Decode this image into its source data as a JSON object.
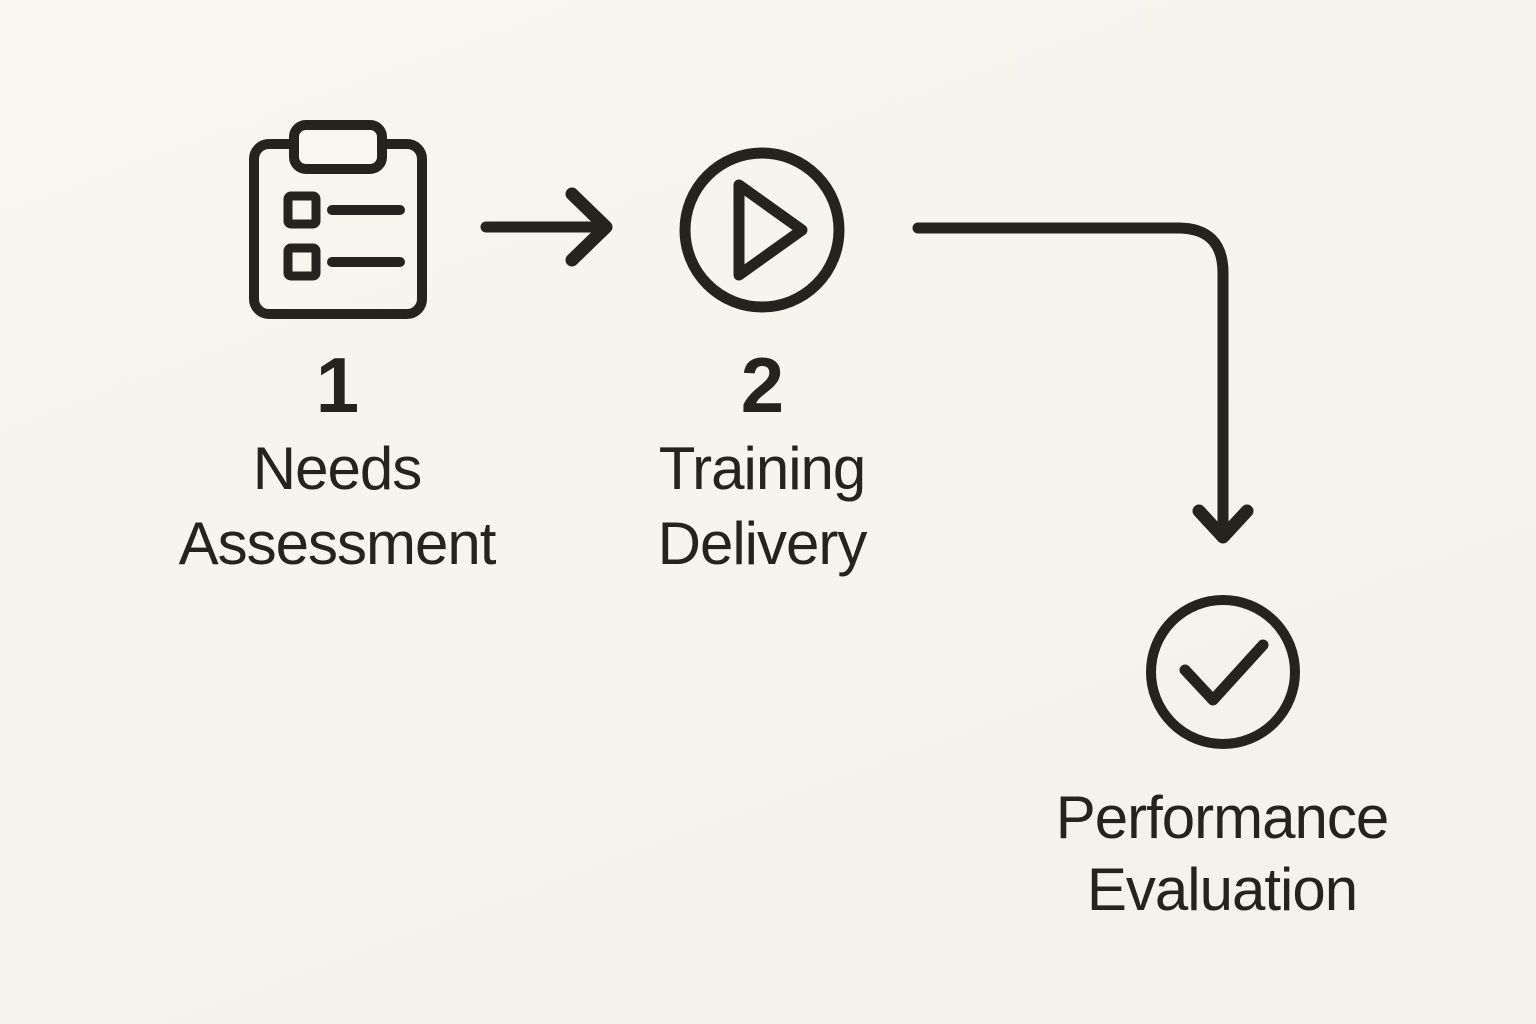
{
  "colors": {
    "background": "#f8f6f0",
    "background_alt": "#f3f1e9",
    "ink": "#26231f"
  },
  "diagram": {
    "steps": [
      {
        "number": "1",
        "icon": "checklist-clipboard-icon",
        "label_lines": [
          "Needs",
          "Assessment"
        ]
      },
      {
        "number": "2",
        "icon": "play-icon",
        "label_lines": [
          "Training",
          "Delivery"
        ]
      },
      {
        "icon": "check-circle-icon",
        "label_lines": [
          "Performance",
          "Evaluation"
        ]
      }
    ],
    "connectors": [
      {
        "name": "arrow-right",
        "from": "Needs Assessment",
        "to": "Training Delivery"
      },
      {
        "name": "elbow-arrow-down",
        "from": "Training Delivery",
        "to": "Performance Evaluation"
      }
    ]
  }
}
